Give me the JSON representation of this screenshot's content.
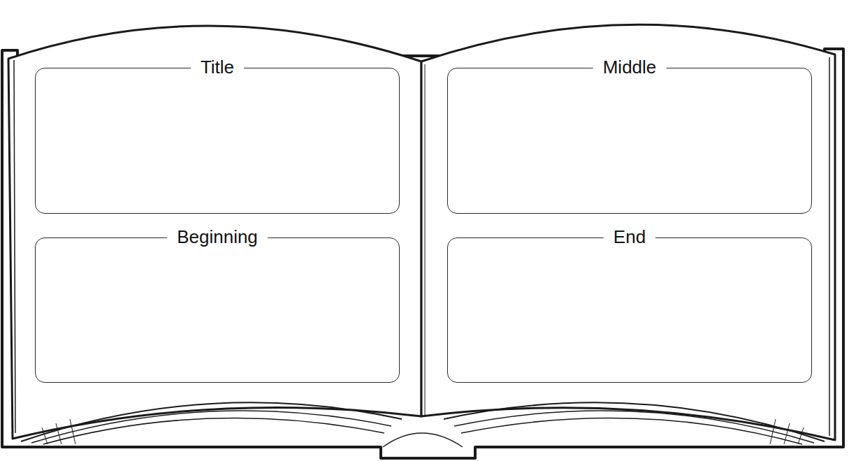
{
  "diagram": {
    "nodes": [
      {
        "text": [
          "Title"
        ]
      },
      {
        "text": [
          "Beginning"
        ]
      },
      {
        "text": [
          "Middle"
        ]
      },
      {
        "text": [
          "End"
        ]
      }
    ]
  }
}
